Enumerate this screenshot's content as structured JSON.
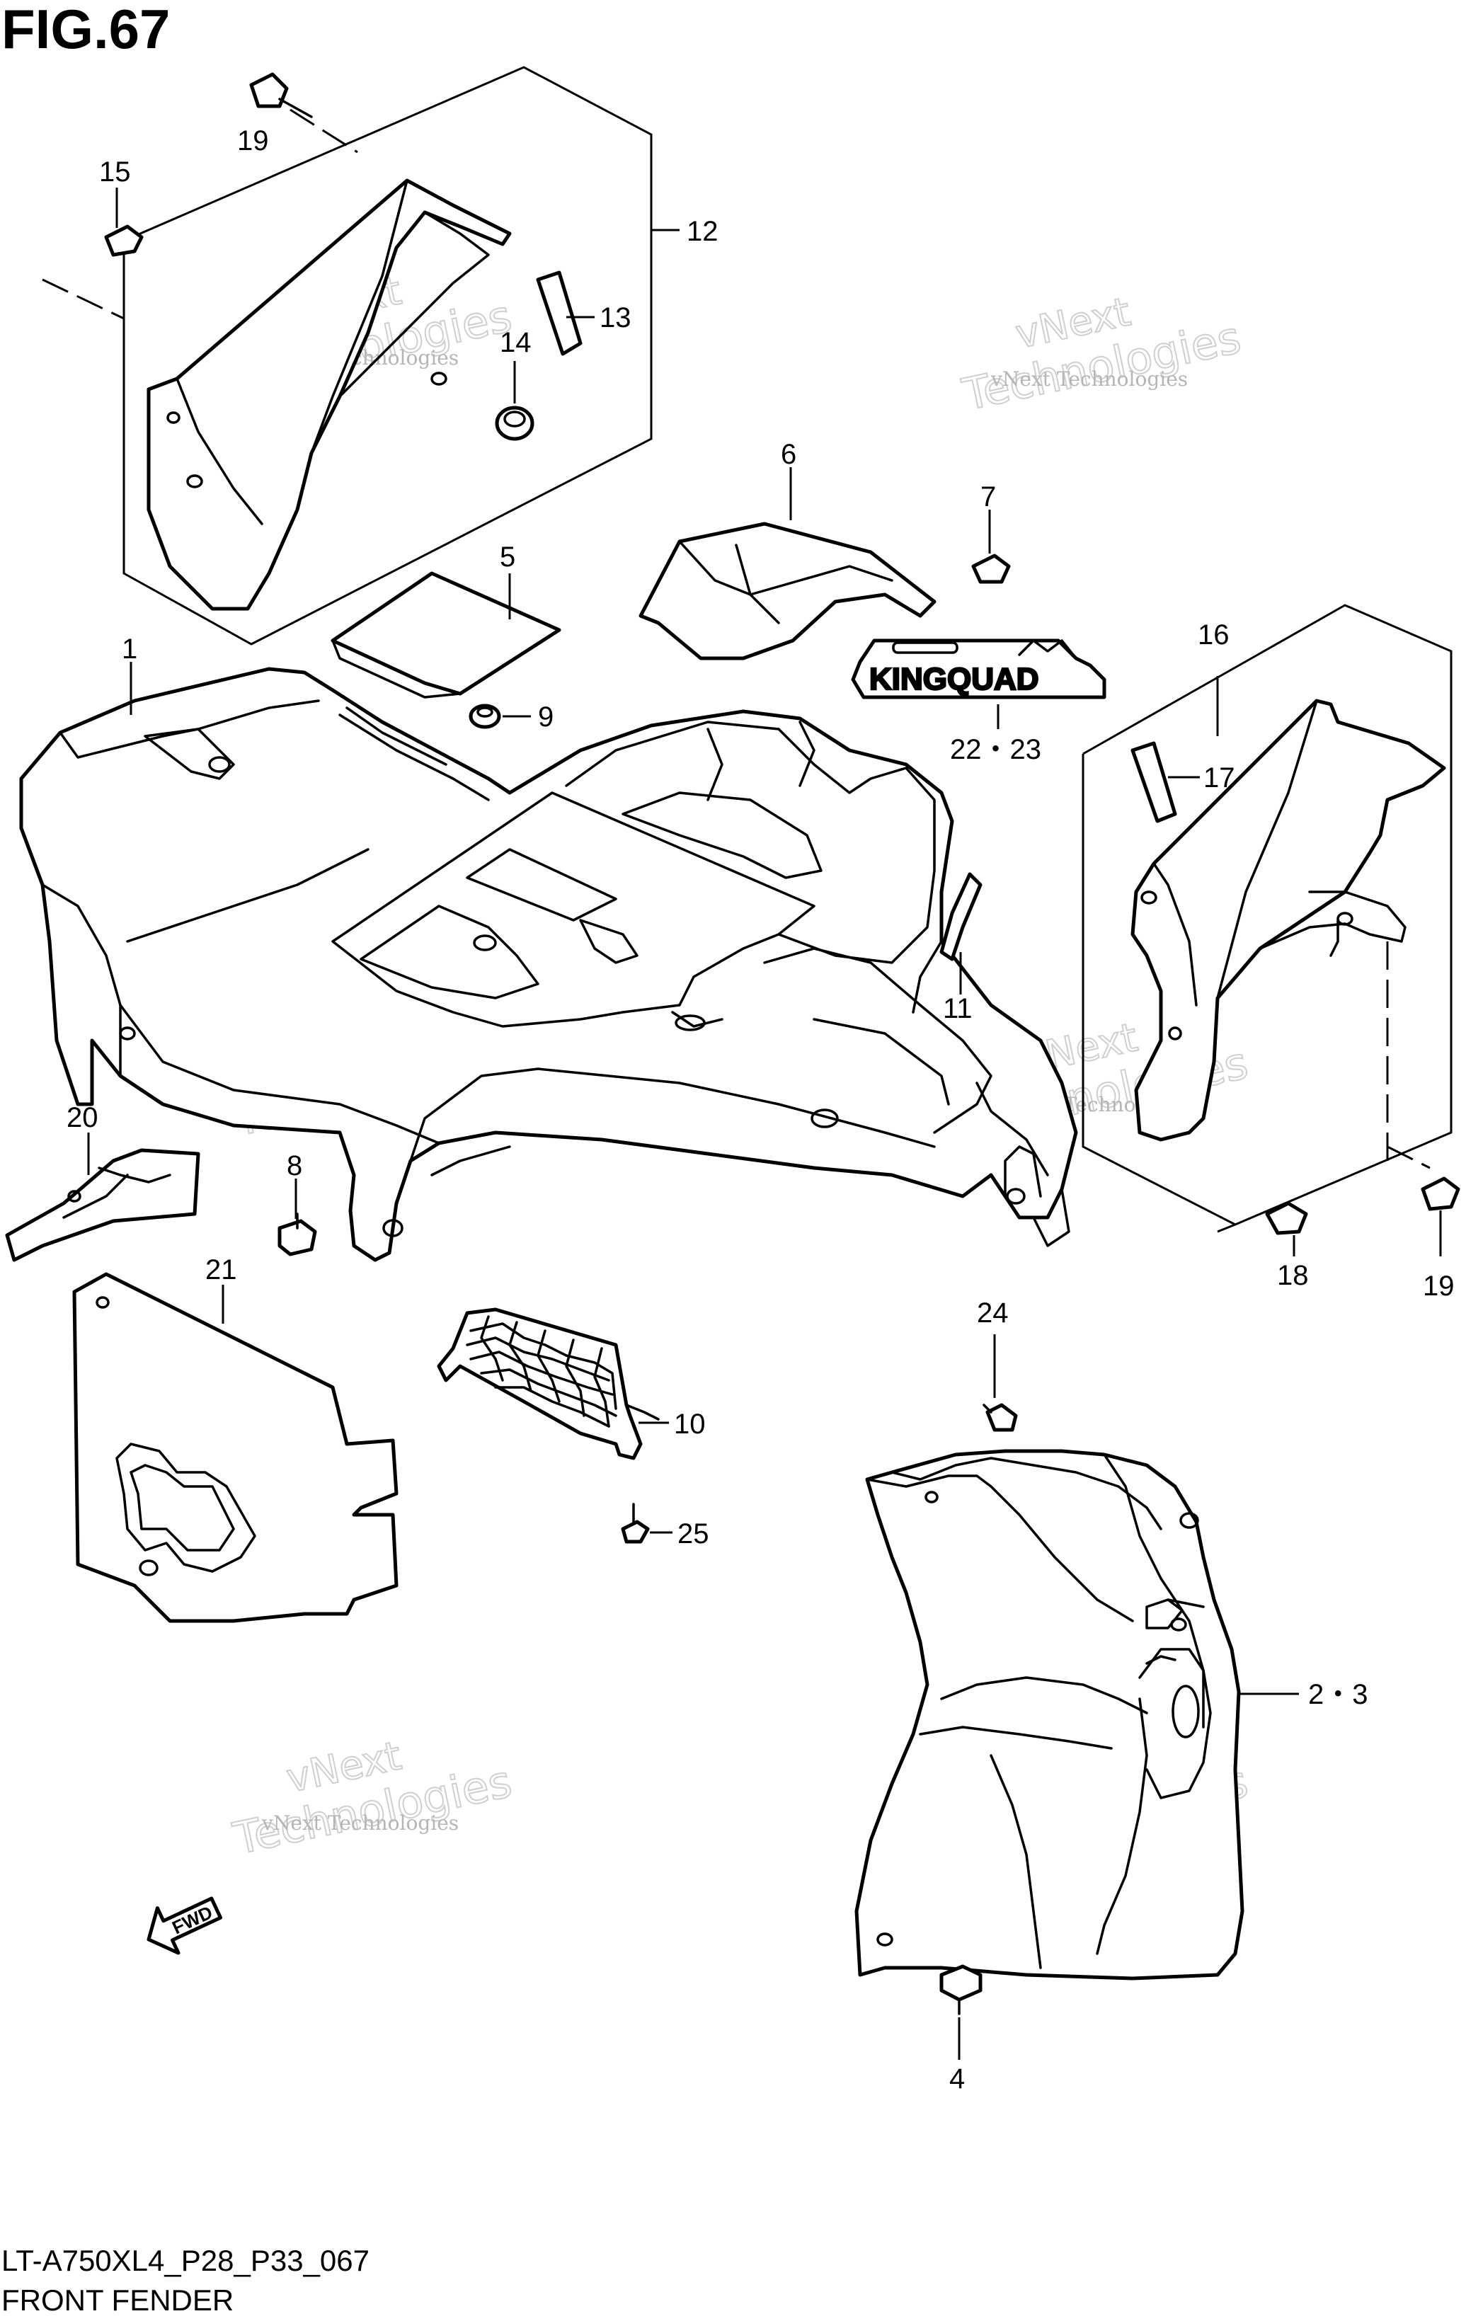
{
  "figure": {
    "number": "FIG.67",
    "code": "LT-A750XL4_P28_P33_067",
    "name": "FRONT FENDER"
  },
  "watermark": {
    "line1": "vNext",
    "line2": "Technologies",
    "small": "vNext Technologies"
  },
  "emblem_text": "KINGQUAD",
  "fwd_label": "FWD",
  "callouts": {
    "c1": "1",
    "c2_3": "2・3",
    "c4": "4",
    "c5": "5",
    "c6": "6",
    "c7": "7",
    "c8": "8",
    "c9": "9",
    "c10": "10",
    "c11": "11",
    "c12": "12",
    "c13": "13",
    "c14": "14",
    "c15": "15",
    "c16": "16",
    "c17": "17",
    "c18": "18",
    "c19a": "19",
    "c19b": "19",
    "c20": "20",
    "c21": "21",
    "c22_23": "22・23",
    "c24": "24",
    "c25": "25"
  }
}
